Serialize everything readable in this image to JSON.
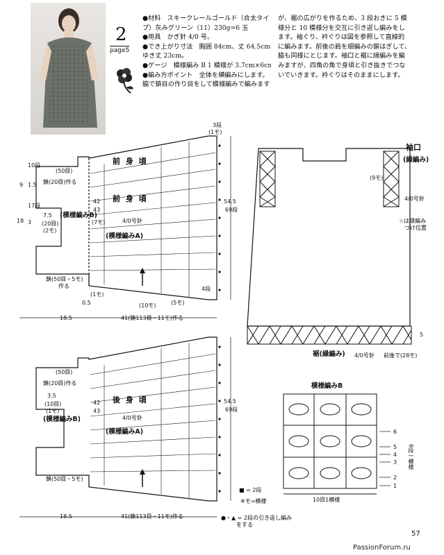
{
  "pattern": {
    "number": "2",
    "page_ref": "page5"
  },
  "instructions": {
    "left_lines": [
      "●材料　スキークレールゴールド（合太タイ",
      "プ）灰みグリーン（11）230g=6 玉",
      "●用具　かぎ針 4/0 号。",
      "●でき上がり寸法　胸囲 84cm、丈 64.5cm、",
      "ゆき丈 23cm。",
      "●ゲージ　模様編み B 1 模様が 3.7cm×6cm。",
      "●編み方ポイント　全体を横編みにします。",
      "脇で鎖目の作り目をして模様編みで編みます"
    ],
    "right_lines": [
      "が、裾の広がりを作るため、3 段おきに 5 模",
      "様分と 10 模様分を交互に引き返し編みをし",
      "ます。袖ぐり、衿ぐりは図を参照して直線的",
      "に編みます。前後の肩を細編みの鎖はぎして、",
      "脇も同様にとじます。袖口と裾に縁編みを編",
      "みますが、四角の角で身頃と引き抜きでつな",
      "いでいきます。衿ぐりはそのままにします。"
    ]
  },
  "front": {
    "title": "前 身 頃",
    "pattern_b": "(模様編みB)",
    "pattern_a": "(模様編みA)",
    "needle": "4/0号針",
    "top_dan": "3段",
    "top_mo": "(1モ)",
    "dim_10_dan": "10段",
    "dim_1_5": "1.5",
    "dim_9": "9",
    "dim_17": "17段",
    "dim_3": "3",
    "dim_7_5": "7.5",
    "dim_20me": "(20目)",
    "dim_2mo": "(2モ)",
    "dim_18": "18",
    "dim_50me": "(50目)",
    "chain20": "鎖(20目)作る",
    "chain_bottom": "鎖(50目・5モ)",
    "make": "作る",
    "dim_42": "42",
    "dim_43": "43",
    "dim_7mo": "(7モ)",
    "dim_54_5": "54.5",
    "dim_69": "69段",
    "dim_4": "4段",
    "dim_10mo": "(10モ)",
    "dim_5mo": "(5モ)",
    "dim_05": "0.5",
    "dim_1mo": "(1モ)",
    "dim_18_5": "18.5",
    "dim_41": "41(鎖113目・11モ)作る"
  },
  "back": {
    "title": "後 身 頃",
    "pattern_b": "(模様編みB)",
    "pattern_a": "(模様編みA)",
    "dim_3_5": "3.5",
    "dim_10me": "(10目)",
    "dim_1mo": "(1モ)"
  },
  "sleeve": {
    "title": "袖口",
    "sub": "(縁編み)",
    "dan9": "(9モ)",
    "needle": "4/0号針",
    "star_note": "☆は縁編み",
    "star_note2": "つけ位置"
  },
  "hem": {
    "title": "裾(縁編み)",
    "needle": "4/0号針",
    "total": "前後で(28モ)",
    "dim5": "5"
  },
  "chart": {
    "title": "模様編みB",
    "rows": [
      "6",
      "5",
      "4",
      "3",
      "2",
      "1"
    ],
    "side": "6段一模様",
    "bottom": "10目1模様"
  },
  "legend": {
    "sq": "■ = 2段",
    "sq2": "※モ=模様",
    "tri": "●・▲ = 2段の引き返し編み",
    "tri2": "をする"
  },
  "footer": {
    "page": "57",
    "watermark": "PassionForum.ru"
  }
}
